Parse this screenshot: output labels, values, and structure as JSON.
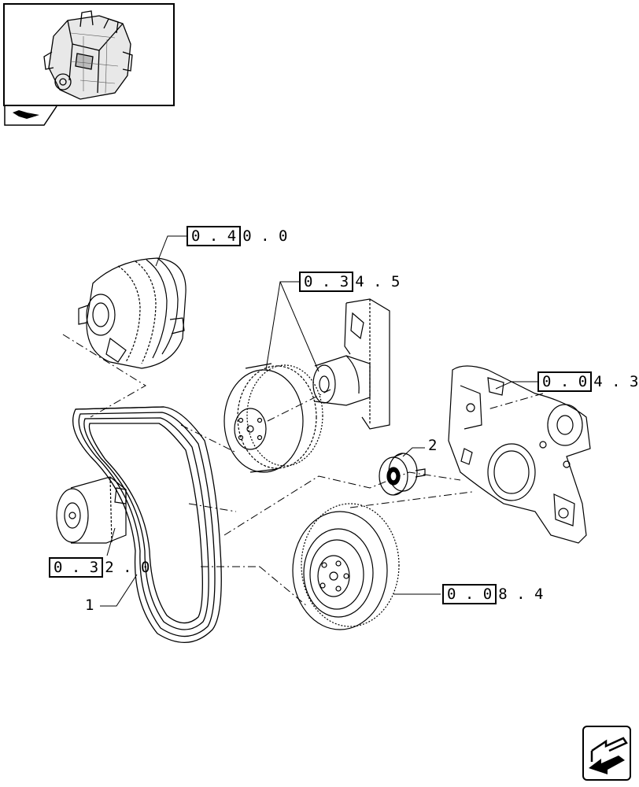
{
  "callouts": [
    {
      "id": "alternator",
      "boxed": "0 . 4",
      "rest": "0 . 0"
    },
    {
      "id": "pulley-group",
      "boxed": "0 . 3",
      "rest": "4 . 5"
    },
    {
      "id": "timing-cover",
      "boxed": "0 . 0",
      "rest": "4 . 3"
    },
    {
      "id": "compressor",
      "boxed": "0 . 3",
      "rest": "2 . 0"
    },
    {
      "id": "damper",
      "boxed": "0 . 0",
      "rest": "8 . 4"
    }
  ],
  "items": [
    {
      "id": "belt",
      "label": "1"
    },
    {
      "id": "idler",
      "label": "2"
    }
  ],
  "icons": {
    "thumbnail": "engine-thumbnail-icon",
    "tab": "book-tab-icon",
    "nav": "back-arrow-icon"
  }
}
